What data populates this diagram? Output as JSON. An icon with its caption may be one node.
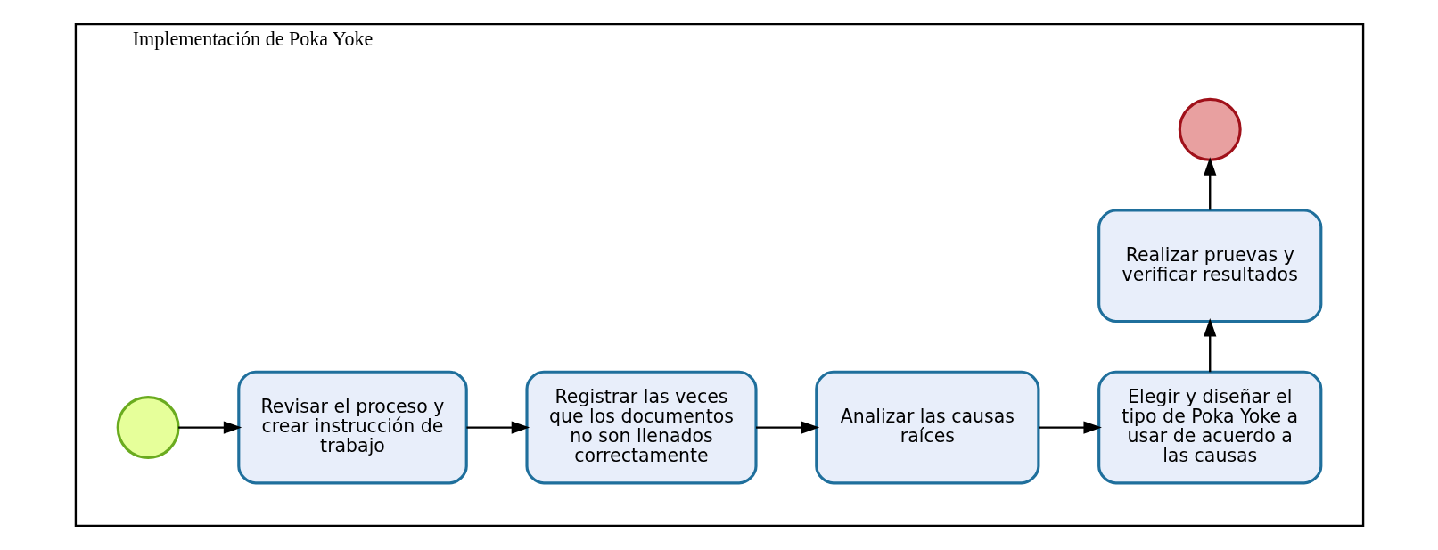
{
  "diagram": {
    "nodes": [
      {
        "text": [
          "Implementación de Poka Yoke"
        ]
      },
      {
        "text": [],
        "shape": "circle",
        "in": 0
      },
      {
        "text": [
          "Revisar el proceso y crear instrucción de trabajo"
        ],
        "in": 0
      },
      {
        "text": [
          "Registrar las veces que los documentos no son llenados correctamente"
        ],
        "in": 0
      },
      {
        "text": [
          "Analizar las causas raíces"
        ],
        "in": 0
      },
      {
        "text": [
          "Elegir y diseñar el tipo de Poka Yoke a usar de acuerdo a las causas"
        ],
        "in": 0
      },
      {
        "text": [
          "Realizar pruevas y verificar resultados"
        ],
        "in": 0
      },
      {
        "text": [],
        "shape": "circle",
        "in": 0
      }
    ],
    "edges": [
      {
        "from": 1,
        "to": 2,
        "arrow": "to"
      },
      {
        "from": 2,
        "to": 3,
        "arrow": "to"
      },
      {
        "from": 3,
        "to": 4,
        "arrow": "to"
      },
      {
        "from": 4,
        "to": 5,
        "arrow": "to"
      },
      {
        "from": 5,
        "to": 6,
        "arrow": "to"
      },
      {
        "from": 6,
        "to": 7,
        "arrow": "to"
      }
    ]
  }
}
